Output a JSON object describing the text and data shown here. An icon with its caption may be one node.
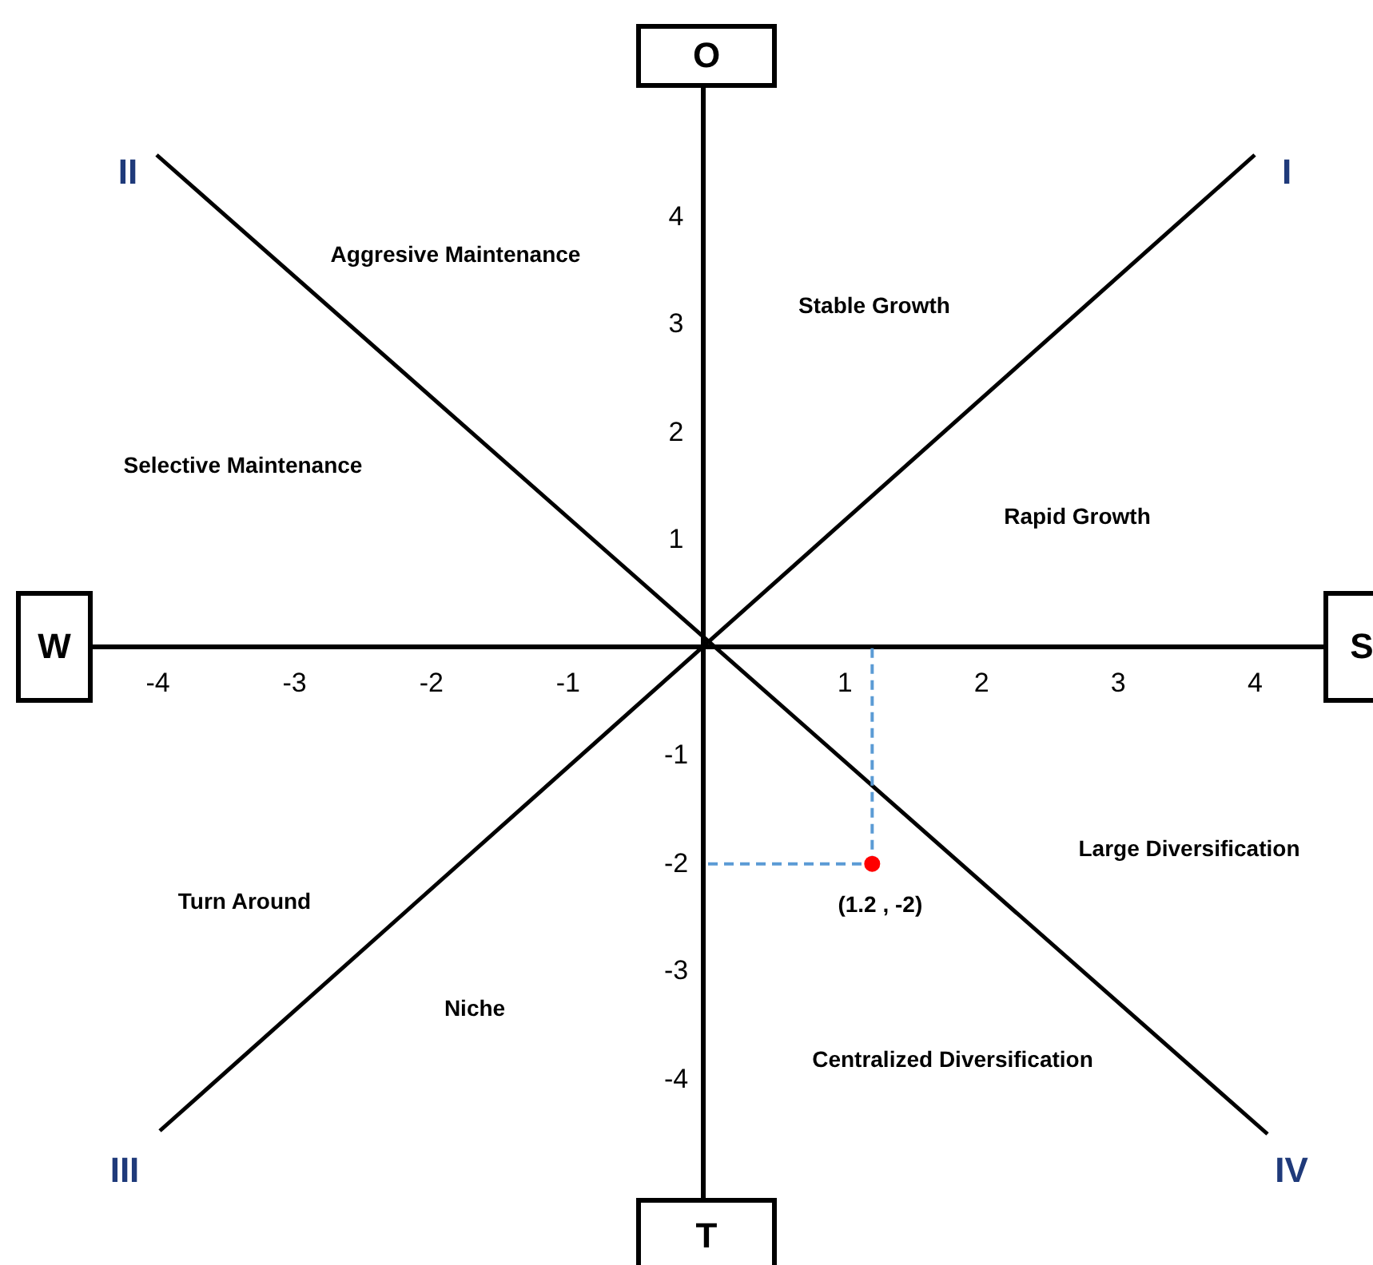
{
  "diagram": {
    "nodes": [
      {
        "text": [
          "O"
        ]
      },
      {
        "text": [
          "W"
        ]
      },
      {
        "text": [
          "S"
        ]
      },
      {
        "text": [
          "T"
        ]
      }
    ],
    "edges": [
      {
        "from": 1,
        "to": 2,
        "arrow": "none"
      },
      {
        "from": 0,
        "to": 3,
        "arrow": "none"
      }
    ],
    "labels": [
      "II",
      "I",
      "Aggresive Maintenance",
      "Stable Growth",
      "Selective Maintenance",
      "Rapid Growth",
      "Large Diversification",
      "Turn Around",
      "Niche",
      "Centralized Diversification",
      "III",
      "IV"
    ],
    "chart_data": {
      "type": "scatter",
      "x": [
        1.2
      ],
      "values": [
        -2
      ],
      "xlim": [
        -4.5,
        4.5
      ],
      "ylim": [
        -5.1,
        5.2
      ],
      "xticks": [
        -4,
        -3,
        -2,
        -1,
        1,
        2,
        3,
        4
      ],
      "yticks": [
        4,
        3,
        2,
        1,
        -1,
        -2,
        -3,
        -4
      ],
      "annotations": [
        {
          "x": 1.2,
          "y": -2,
          "text": "(1.2 , -2)"
        }
      ]
    }
  }
}
